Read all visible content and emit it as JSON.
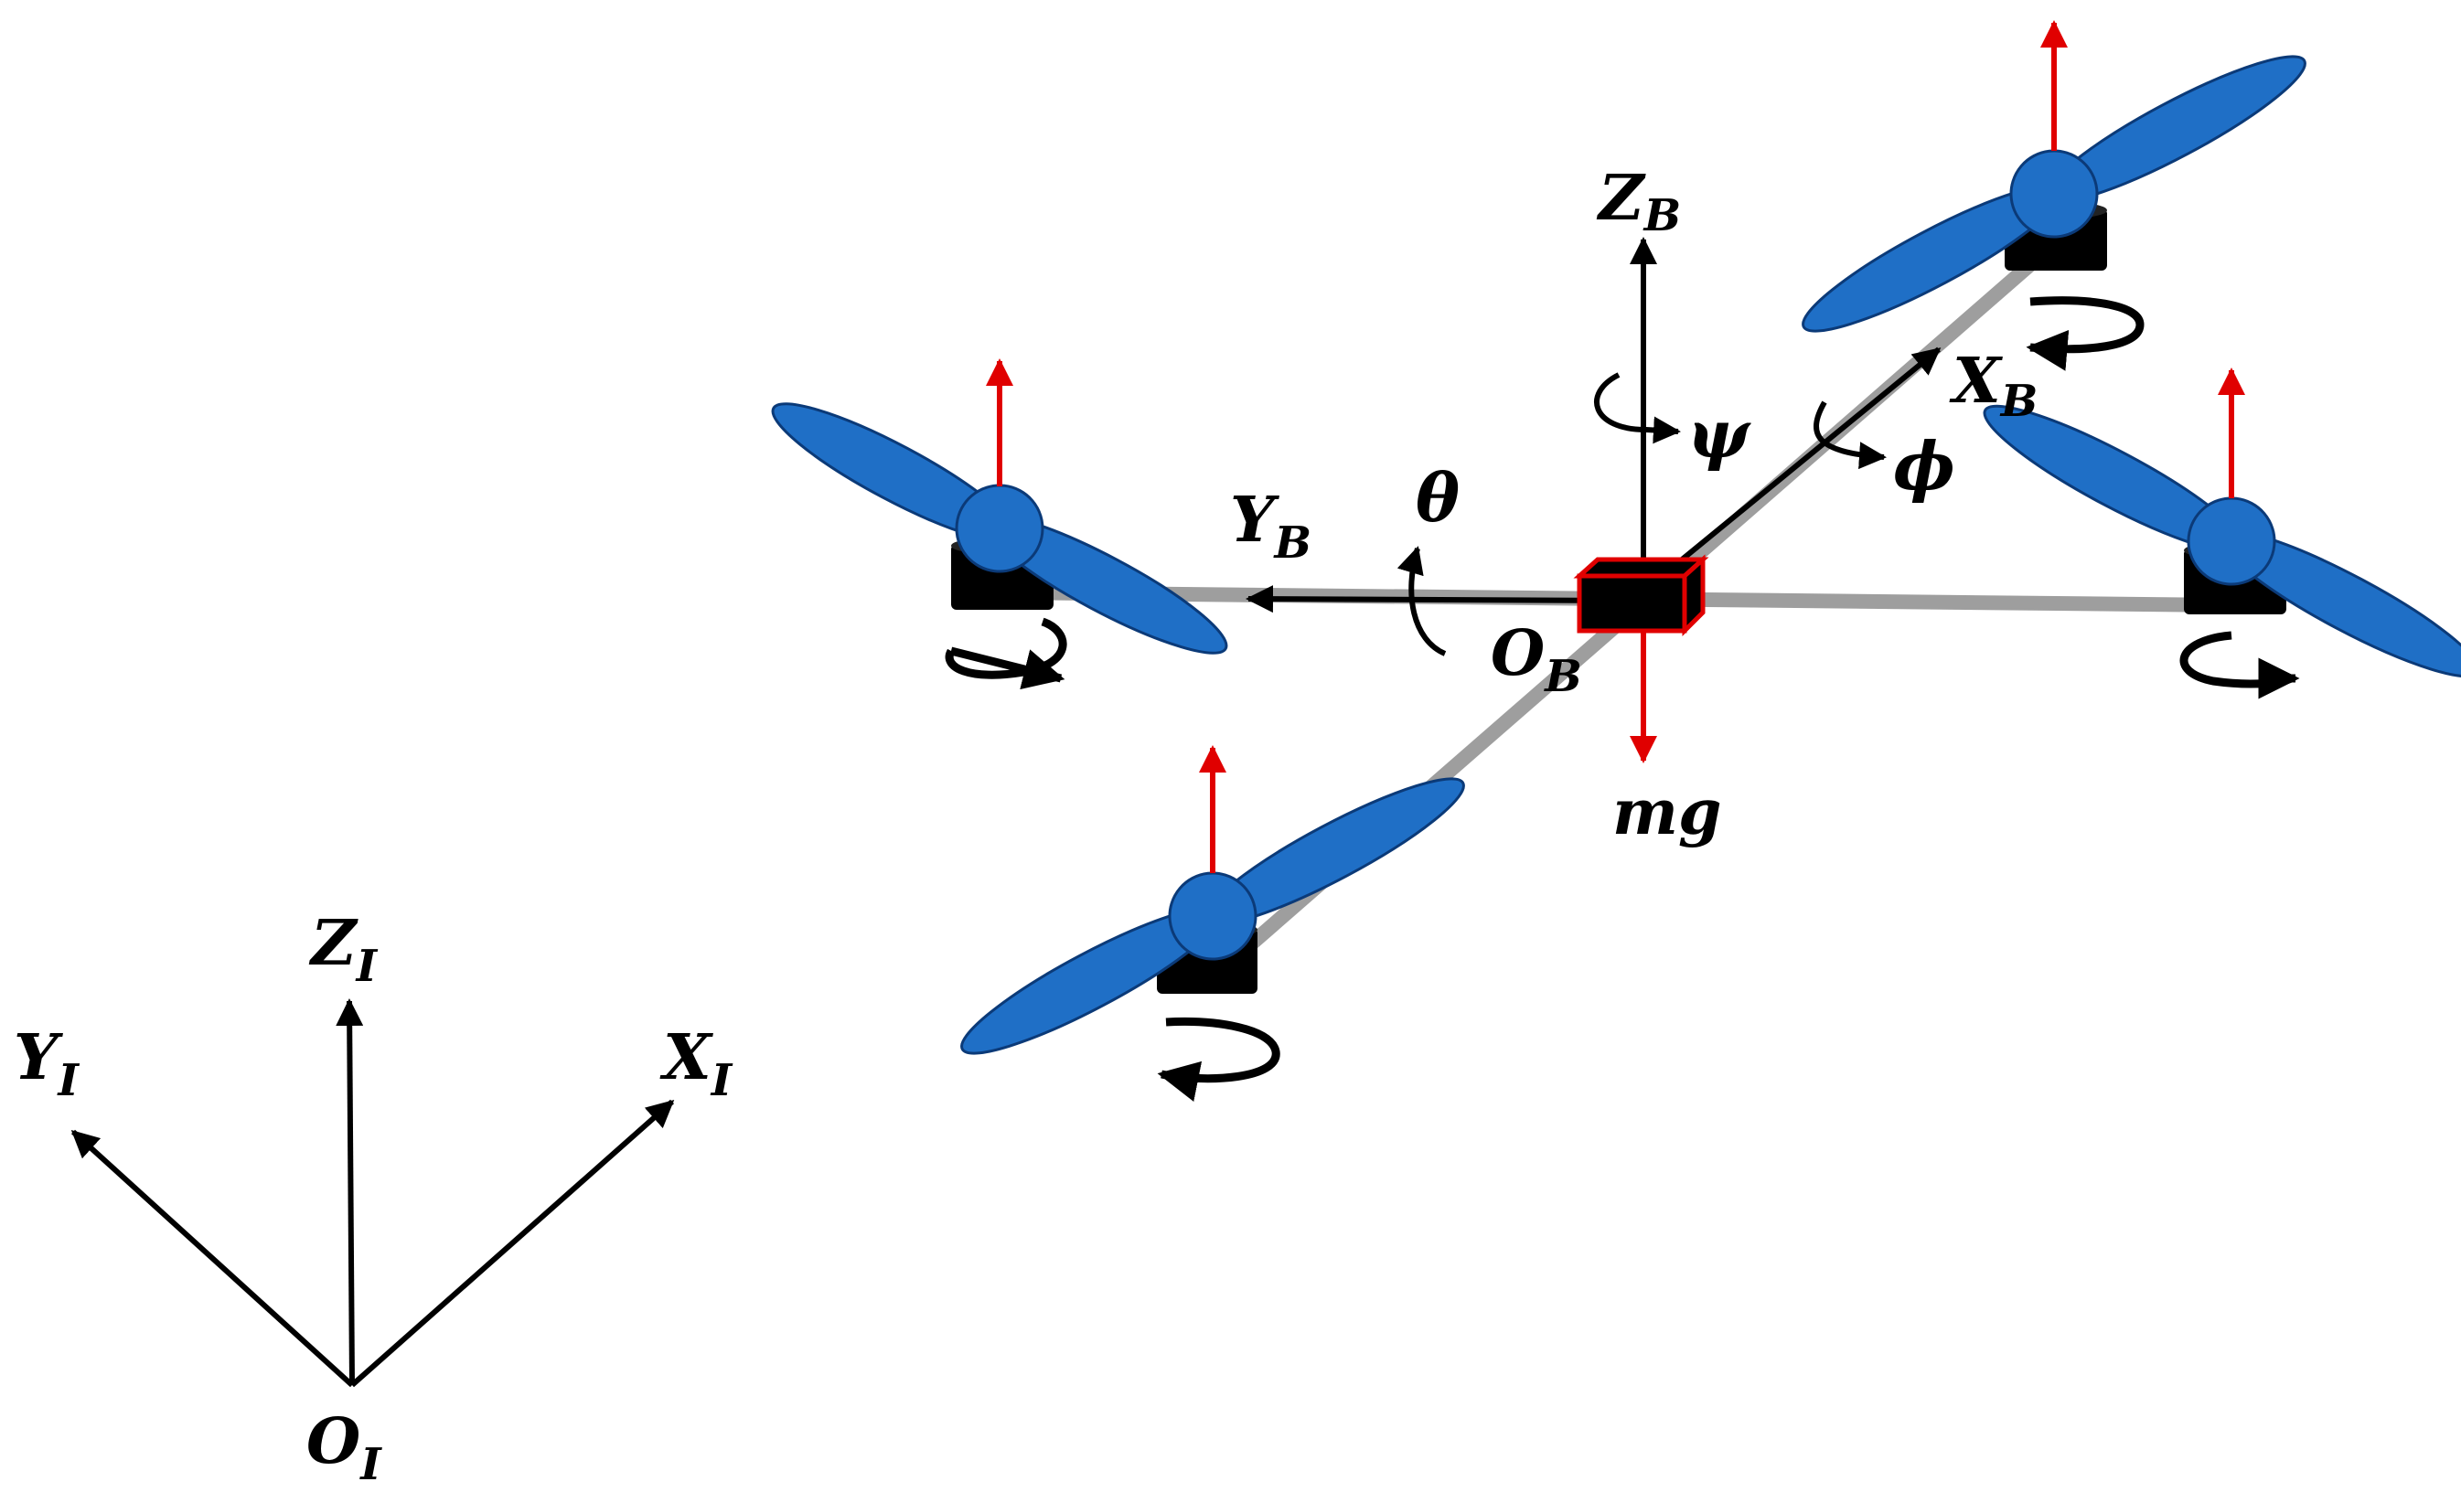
{
  "colors": {
    "background": "#ffffff",
    "frame": "#9e9e9e",
    "body_box": "#000000",
    "body_box_outline": "#e00000",
    "propeller_blade": "#1f6fc6",
    "propeller_outline": "#0b3a78",
    "motor": "#000000",
    "thrust_arrow": "#e00000",
    "axis_arrow": "#000000"
  },
  "inertial_frame": {
    "origin": {
      "base": "O",
      "sub": "I"
    },
    "x_axis": {
      "base": "X",
      "sub": "I"
    },
    "y_axis": {
      "base": "Y",
      "sub": "I"
    },
    "z_axis": {
      "base": "Z",
      "sub": "I"
    }
  },
  "body_frame": {
    "origin": {
      "base": "O",
      "sub": "B"
    },
    "x_axis": {
      "base": "X",
      "sub": "B"
    },
    "y_axis": {
      "base": "Y",
      "sub": "B"
    },
    "z_axis": {
      "base": "Z",
      "sub": "B"
    }
  },
  "angles": {
    "roll": "ϕ",
    "pitch": "θ",
    "yaw": "ψ"
  },
  "gravity": "mg",
  "icons": {
    "propeller": "propeller-icon",
    "thrust": "thrust-arrow-icon",
    "rotation": "rotation-direction-icon"
  }
}
